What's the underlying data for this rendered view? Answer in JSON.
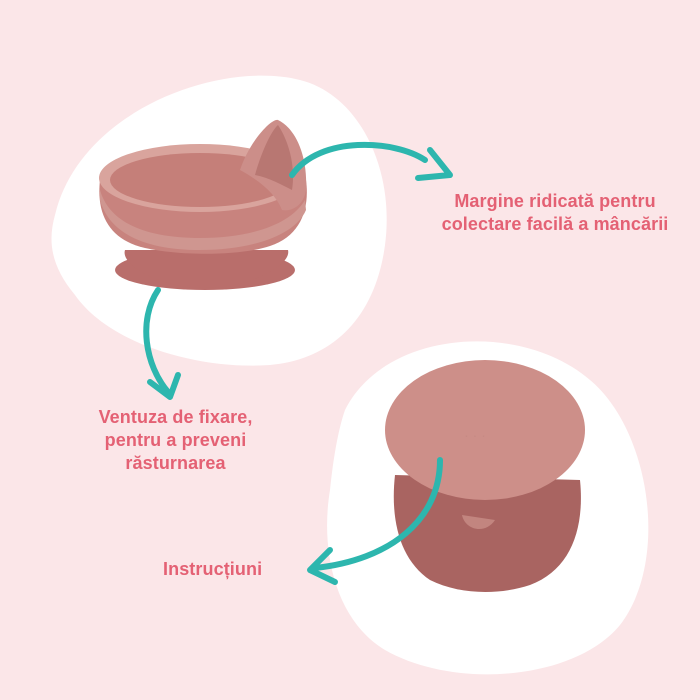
{
  "labels": {
    "raised_rim": [
      "Margine ridicată pentru",
      "colectare facilă a mâncării"
    ],
    "suction_cup": [
      "Ventuza de fixare,",
      "pentru a preveni",
      "răsturnarea"
    ],
    "instructions": "Instrucțiuni"
  },
  "colors": {
    "background": "#fbe6e8",
    "blob": "#ffffff",
    "label_text": "#e46174",
    "arrow": "#2db6ae",
    "bowl_body": "#cc8e89",
    "bowl_base": "#b96e6b",
    "lid": "#cd8f89"
  }
}
